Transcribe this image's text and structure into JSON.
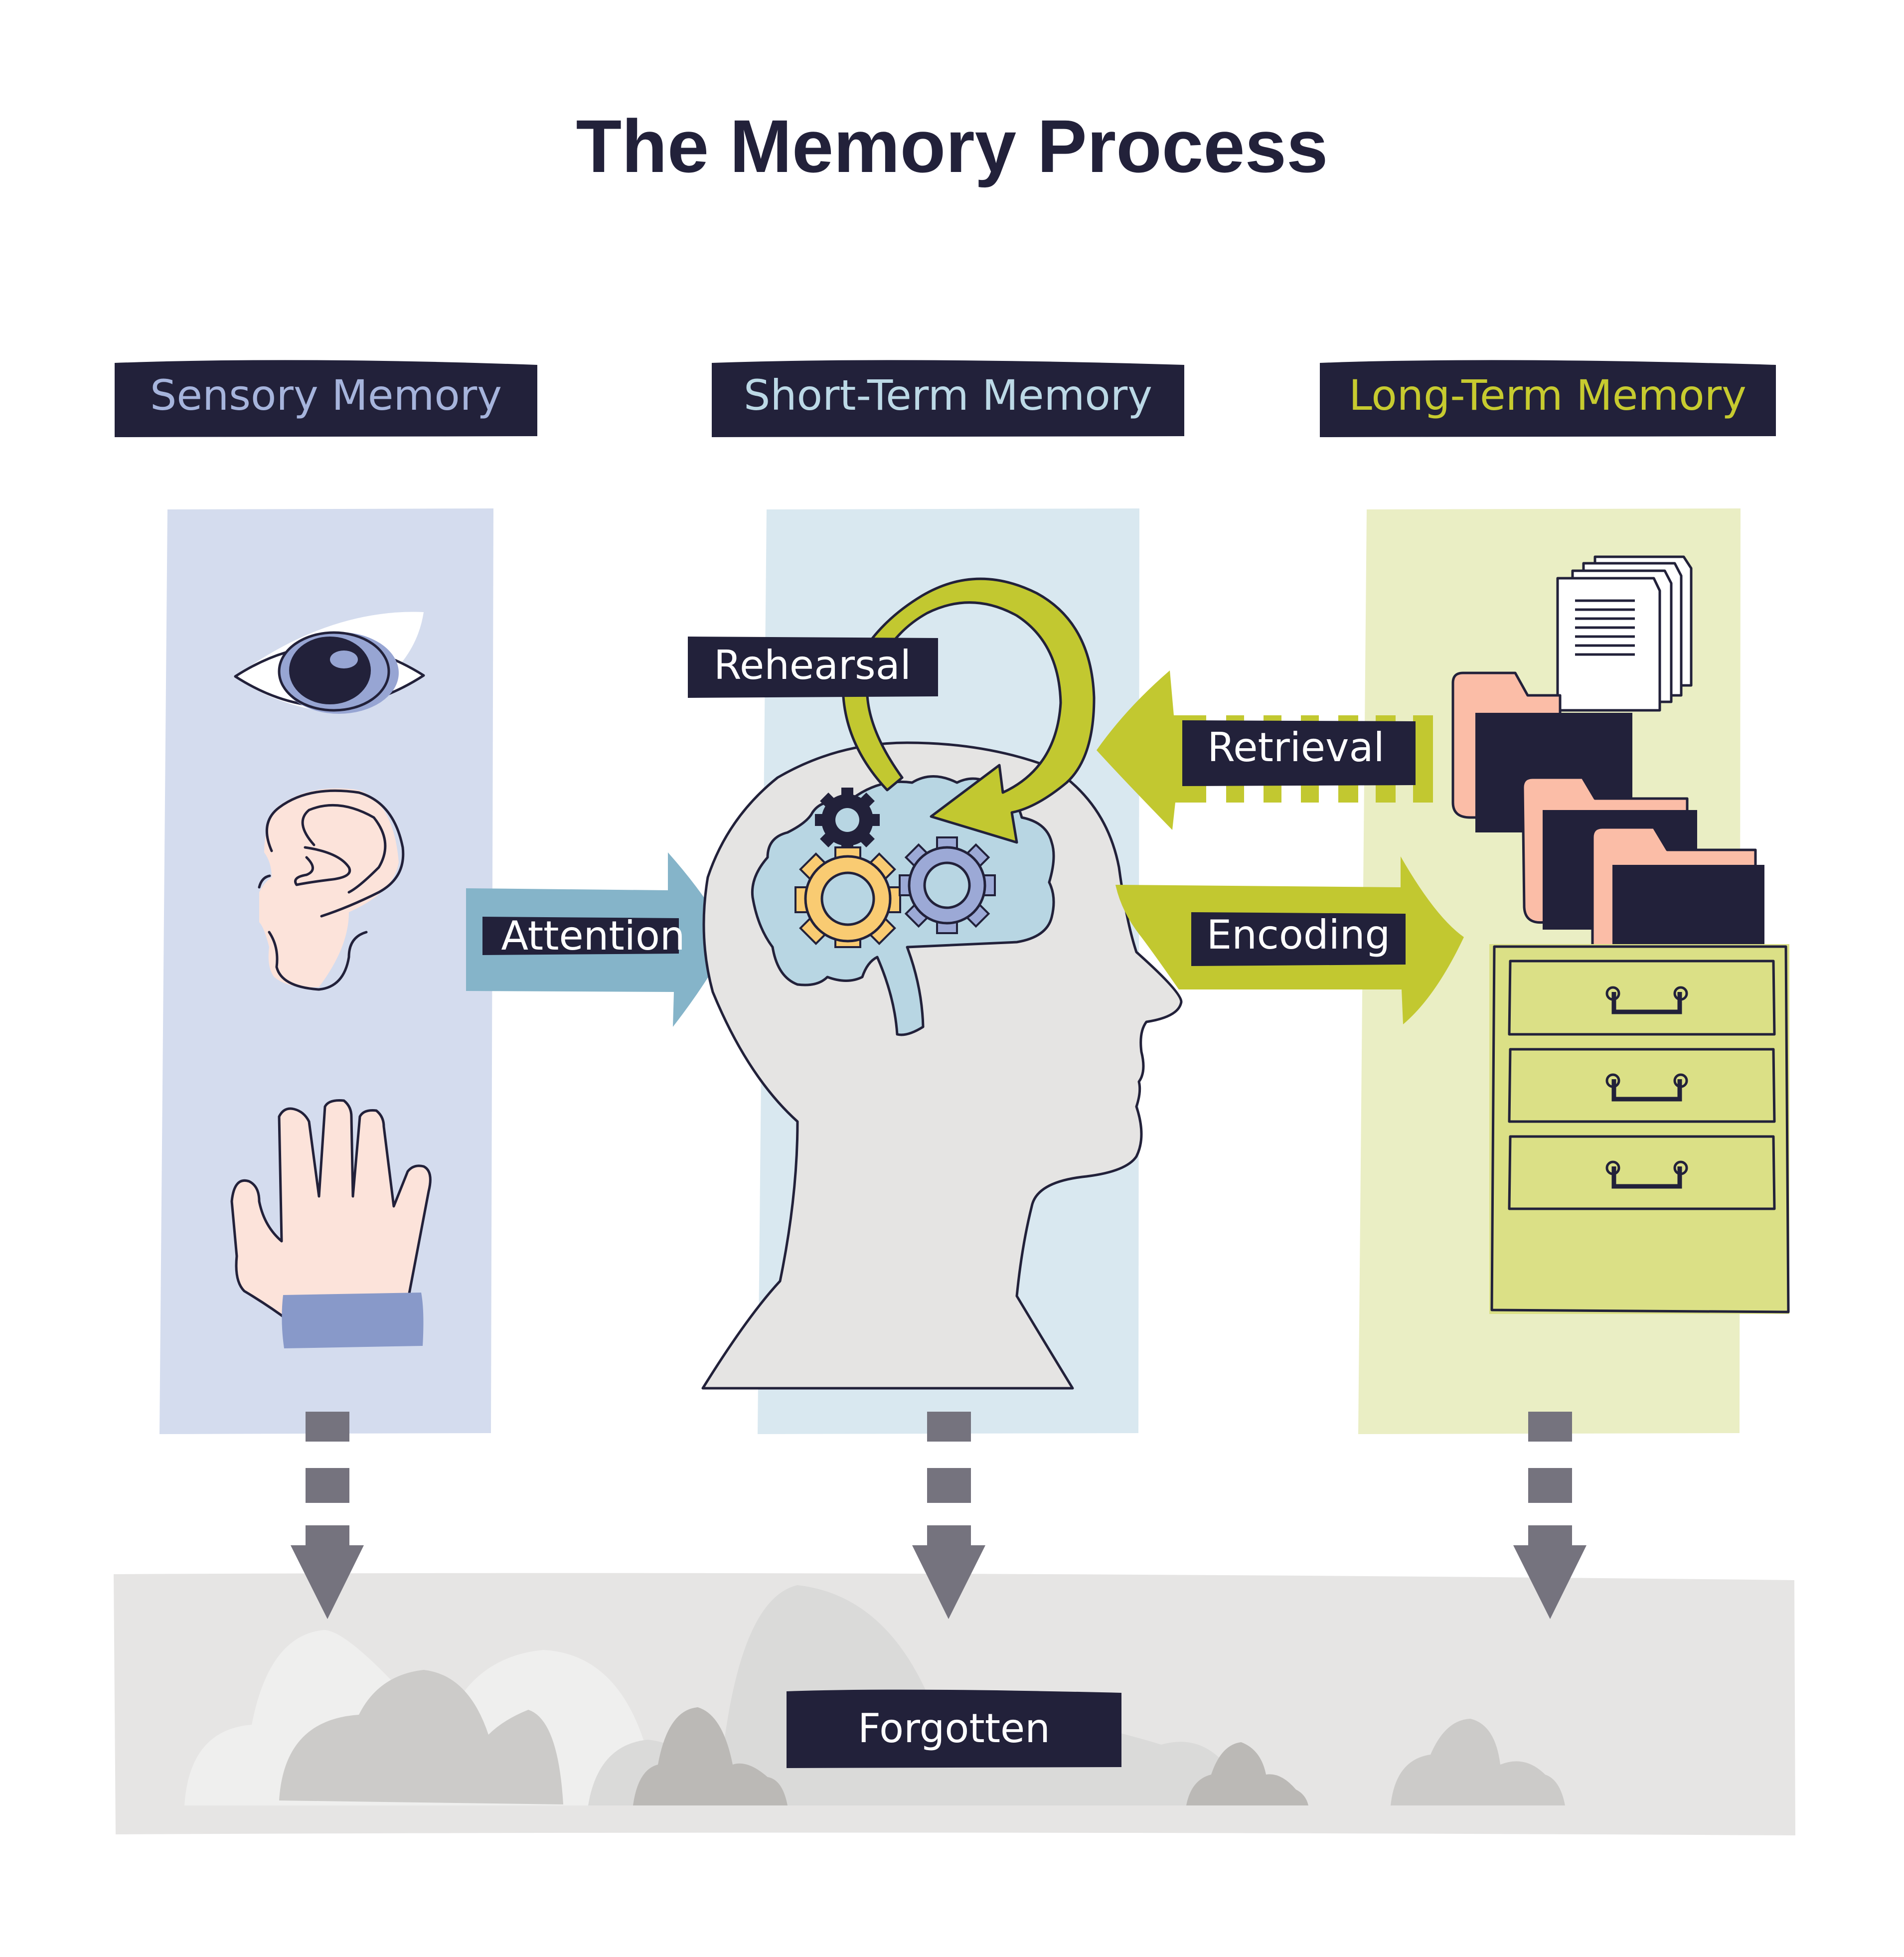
{
  "title": "The Memory Process",
  "stages": [
    {
      "label": "Sensory Memory",
      "color": "#a6b4dc",
      "panel_color": "#d4dcee",
      "icons": [
        "eye-icon",
        "ear-icon",
        "hand-icon"
      ]
    },
    {
      "label": "Short-Term Memory",
      "color": "#bcd9e6",
      "panel_color": "#d9e8f0",
      "icons": [
        "head-icon",
        "brain-icon",
        "gear-icon"
      ]
    },
    {
      "label": "Long-Term Memory",
      "color": "#c7cb2f",
      "panel_color": "#eaeec4",
      "icons": [
        "document-icon",
        "folder-icon",
        "filing-cabinet-icon"
      ]
    }
  ],
  "processes": {
    "attention": {
      "label": "Attention",
      "color": "#85b4c9",
      "from": "Sensory Memory",
      "to": "Short-Term Memory"
    },
    "rehearsal": {
      "label": "Rehearsal",
      "color": "#c2c830",
      "from": "Short-Term Memory",
      "to": "Short-Term Memory"
    },
    "retrieval": {
      "label": "Retrieval",
      "color": "#c2c830",
      "from": "Long-Term Memory",
      "to": "Short-Term Memory"
    },
    "encoding": {
      "label": "Encoding",
      "color": "#c2c830",
      "from": "Short-Term Memory",
      "to": "Long-Term Memory"
    }
  },
  "forgotten": {
    "label": "Forgotten",
    "arrow_color": "#75737e",
    "band_color": "#e6e5e4"
  },
  "label_bg": "#22213a"
}
